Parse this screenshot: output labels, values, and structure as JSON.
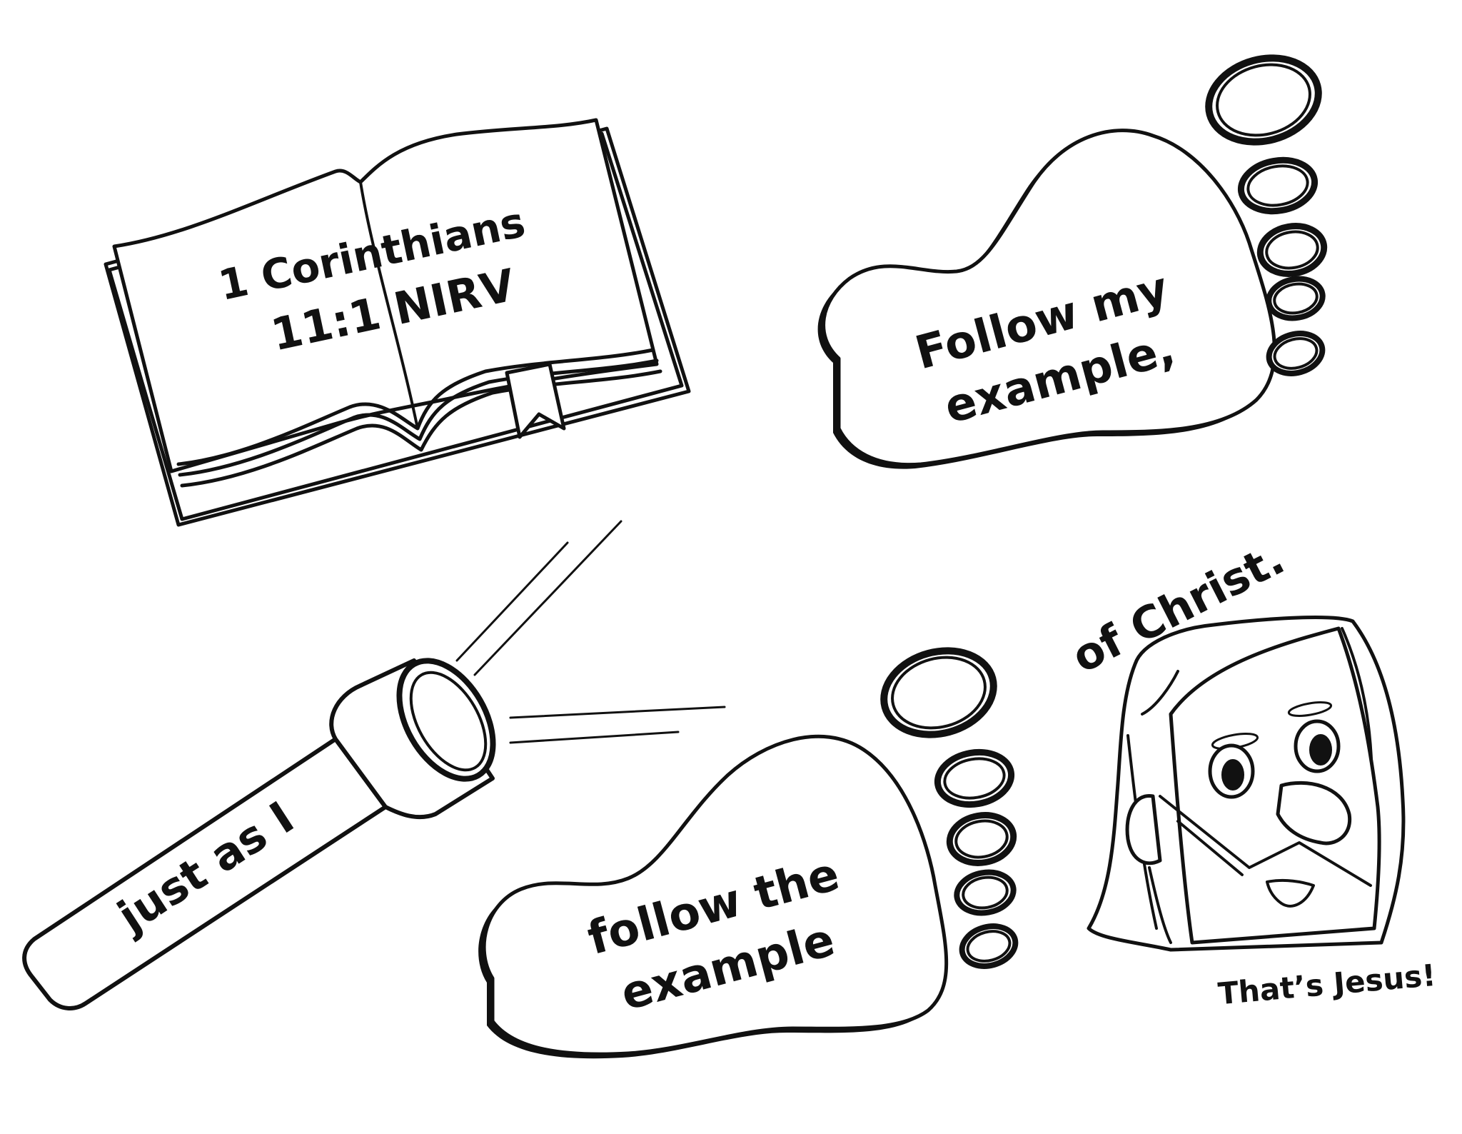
{
  "colors": {
    "ink": "#111111",
    "paper": "#ffffff"
  },
  "book": {
    "icon": "open-bible-icon",
    "line1": "1 Corinthians",
    "line2": "11:1 NIRV"
  },
  "footprint_top": {
    "icon": "footprint-icon",
    "line1": "Follow my",
    "line2": "example,"
  },
  "flashlight": {
    "icon": "flashlight-icon",
    "text": "just as I"
  },
  "footprint_bottom": {
    "icon": "footprint-icon",
    "line1": "follow the",
    "line2": "example"
  },
  "jesus": {
    "icon": "jesus-face-icon",
    "heading": "of Christ.",
    "caption": "That’s Jesus!"
  }
}
